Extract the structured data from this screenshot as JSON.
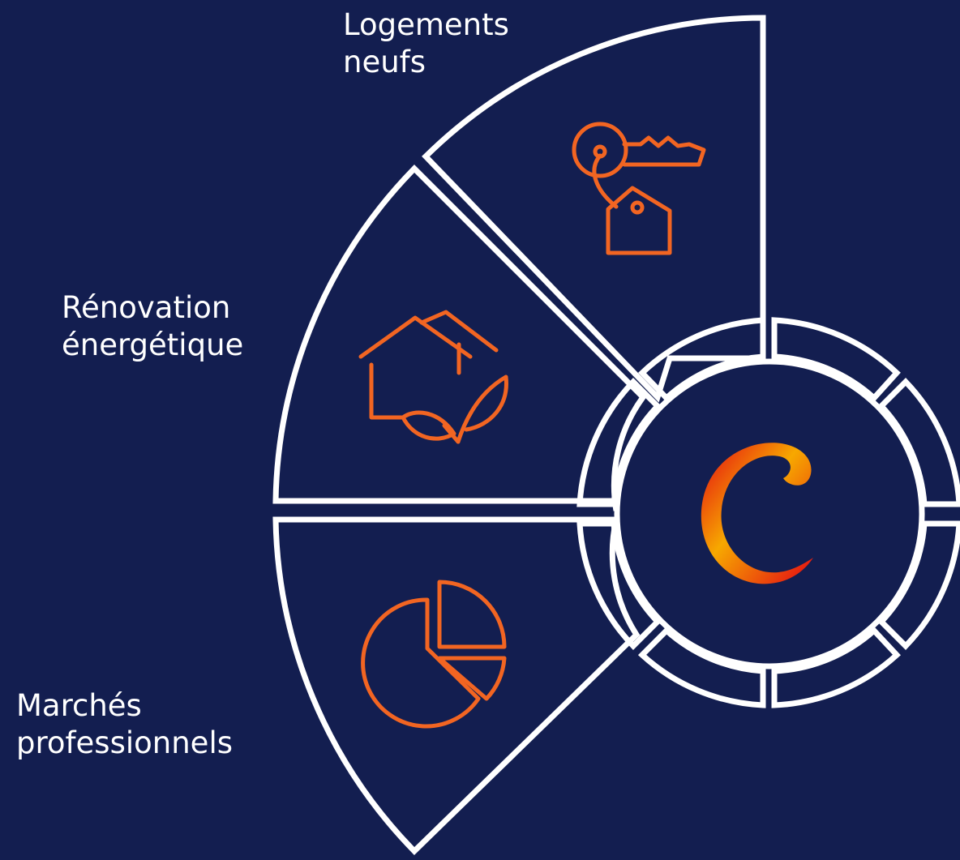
{
  "colors": {
    "background": "#131e50",
    "outline": "#ffffff",
    "icon": "#f26522",
    "logo_gradient": [
      "#e30613",
      "#f7a800"
    ]
  },
  "segments": [
    {
      "id": "logements-neufs",
      "label_lines": [
        "Logements",
        "neufs"
      ],
      "icon": "key-with-tag-icon"
    },
    {
      "id": "renovation-energetique",
      "label_lines": [
        "Rénovation",
        "énergétique"
      ],
      "icon": "house-with-leaves-icon"
    },
    {
      "id": "marches-professionnels",
      "label_lines": [
        "Marchés",
        "professionnels"
      ],
      "icon": "pie-chart-icon"
    }
  ],
  "center": {
    "icon": "brand-logo-c"
  }
}
